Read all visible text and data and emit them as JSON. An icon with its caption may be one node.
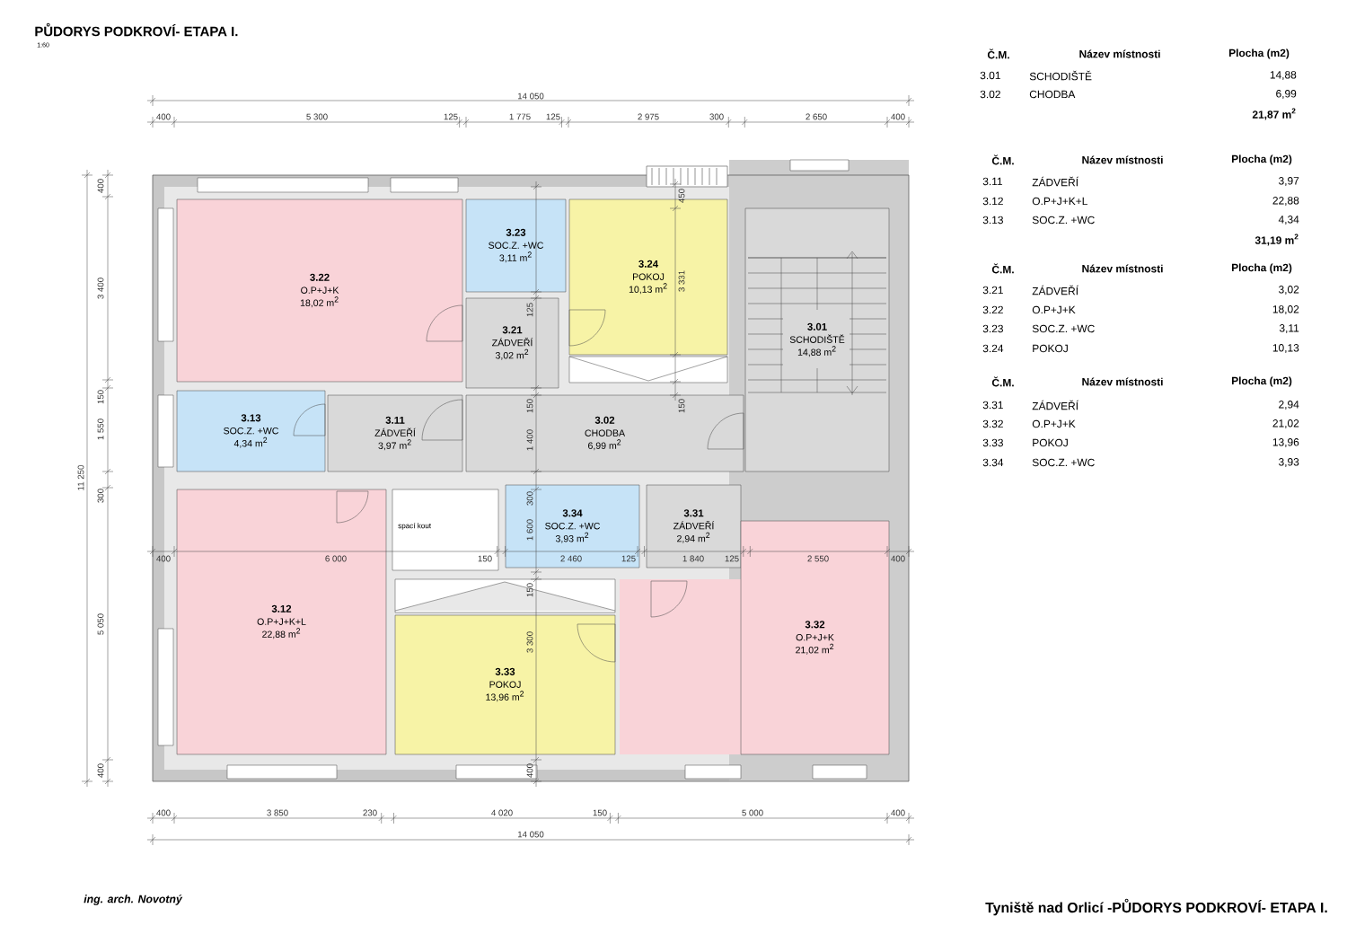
{
  "diagram": {
    "title": "PŮDORYS PODKROVÍ- ETAPA I.",
    "nodes": [
      {
        "text": [
          "3.01",
          "SCHODIŠTĚ",
          "14,88 m$^{2}$"
        ]
      },
      {
        "text": [
          "3.02",
          "CHODBA",
          "6,99 m$^{2}$"
        ]
      },
      {
        "text": [
          "3.11",
          "ZÁDVEŘÍ",
          "3,97 m$^{2}$"
        ]
      },
      {
        "text": [
          "3.12",
          "O.P+J+K+L",
          "22,88 m$^{2}$"
        ]
      },
      {
        "text": [
          "3.13",
          "SOC.Z. +WC",
          "4,34 m$^{2}$"
        ]
      },
      {
        "text": [
          "3.21",
          "ZÁDVEŘÍ",
          "3,02 m$^{2}$"
        ]
      },
      {
        "text": [
          "3.22",
          "O.P+J+K",
          "18,02 m$^{2}$"
        ]
      },
      {
        "text": [
          "3.23",
          "SOC.Z. +WC",
          "3,11 m$^{2}$"
        ]
      },
      {
        "text": [
          "3.24",
          "POKOJ",
          "10,13 m$^{2}$"
        ]
      },
      {
        "text": [
          "3.31",
          "ZÁDVEŘÍ",
          "2,94 m$^{2}$"
        ]
      },
      {
        "text": [
          "3.32",
          "O.P+J+K",
          "21,02 m$^{2}$"
        ]
      },
      {
        "text": [
          "3.33",
          "POKOJ",
          "13,96 m$^{2}$"
        ]
      },
      {
        "text": [
          "3.34",
          "SOC.Z. +WC",
          "3,93 m$^{2}$"
        ]
      }
    ],
    "labels": [
      "1:60",
      "14 050",
      "400",
      "5 300",
      "125",
      "1 775",
      "125",
      "2 975",
      "300",
      "2 650",
      "400",
      "Č.M.",
      "Název místnosti",
      "Plocha (m2)",
      "3.01",
      "SCHODIŠTĚ",
      "14,88",
      "3.02",
      "CHODBA",
      "6,99",
      "21,87 m$^{2}$",
      "Č.M.",
      "Název místnosti",
      "Plocha (m2)",
      "3.11",
      "ZÁDVEŘÍ",
      "3,97",
      "3.12",
      "O.P+J+K+L",
      "22,88",
      "3.13",
      "SOC.Z. +WC",
      "4,34",
      "31,19 m$^{2}$",
      "Č.M.",
      "Název místnosti",
      "Plocha (m2)",
      "3.21",
      "ZÁDVEŘÍ",
      "3,02",
      "3.22",
      "O.P+J+K",
      "18,02",
      "3.23",
      "SOC.Z. +WC",
      "3,11",
      "3.24",
      "POKOJ",
      "10,13",
      "Č.M.",
      "Název místnosti",
      "Plocha (m2)",
      "3.31",
      "ZÁDVEŘÍ",
      "2,94",
      "3.32",
      "O.P+J+K",
      "21,02",
      "3.33",
      "POKOJ",
      "13,96",
      "3.34",
      "SOC.Z. +WC",
      "3,93",
      "11 250",
      "400",
      "3 400",
      "150",
      "1 550",
      "300",
      "5 050",
      "400",
      "450",
      "3 331",
      "150",
      "125",
      "150",
      "1 400",
      "300",
      "1 600",
      "150",
      "3 300",
      "400",
      "400",
      "6 000",
      "150",
      "2 460",
      "125",
      "1 840",
      "125",
      "2 550",
      "400",
      "400",
      "3 850",
      "230",
      "4 020",
      "150",
      "5 000",
      "400",
      "14 050",
      "spací kout",
      "ing. arch. Novotný",
      "Tyniště nad Orlicí -PŮDORYS PODKROVÍ- ETAPA I."
    ]
  }
}
